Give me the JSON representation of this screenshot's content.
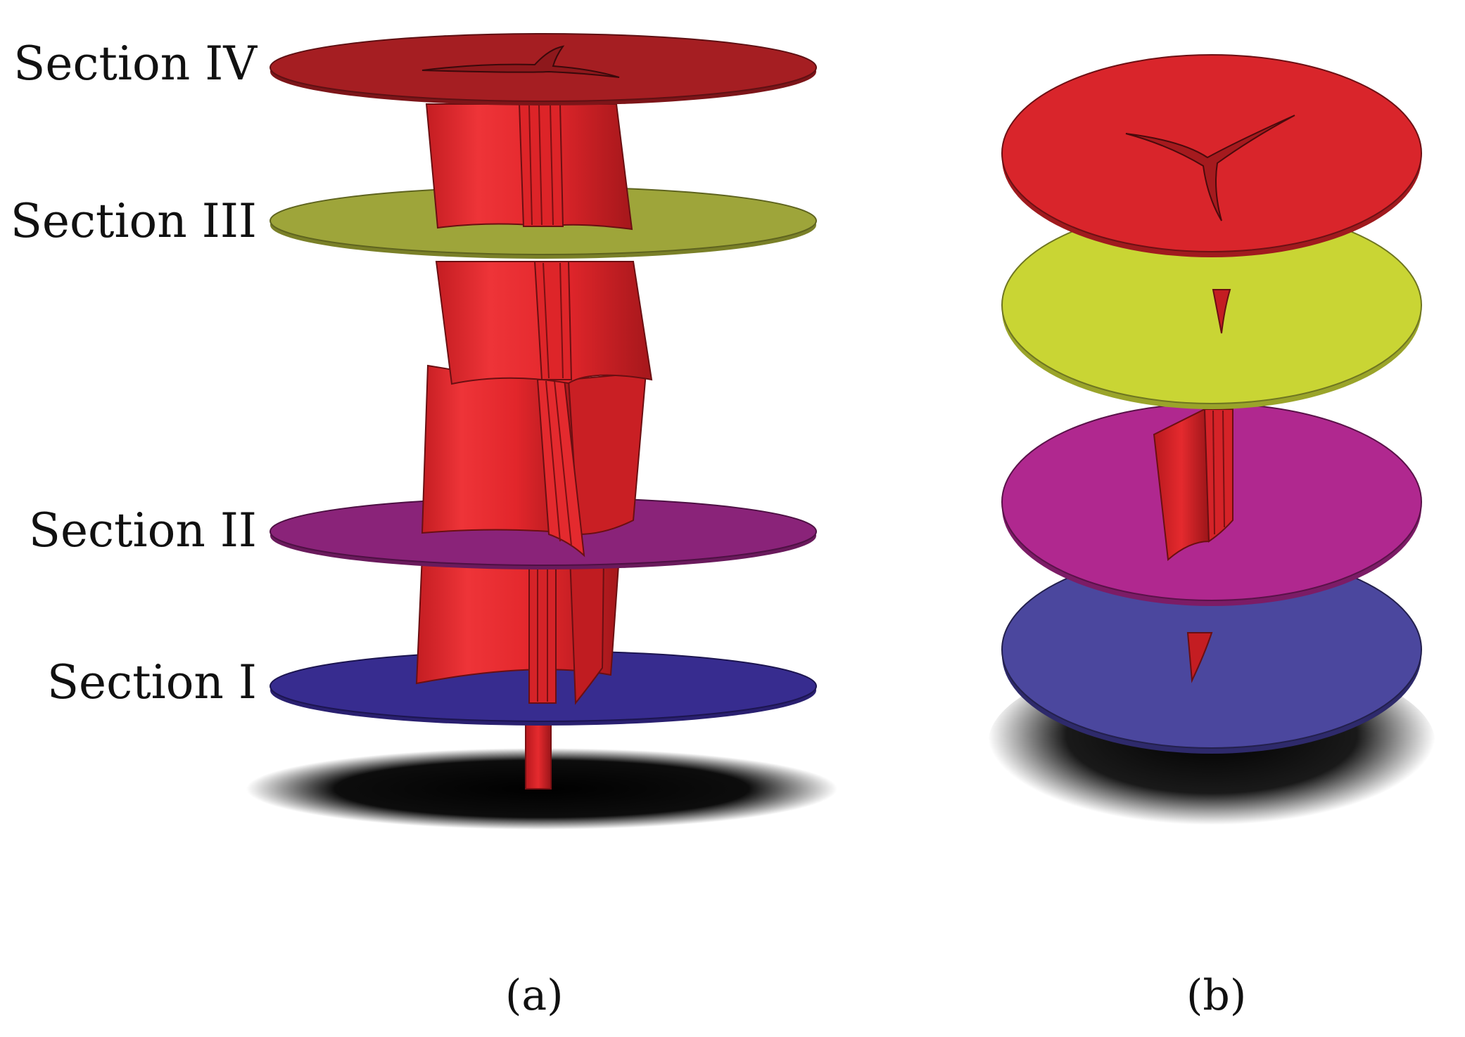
{
  "figure": {
    "panel_a": {
      "caption": "(a)",
      "sections": [
        {
          "label": "Section IV",
          "color": "#a51e22"
        },
        {
          "label": "Section III",
          "color": "#9ea53a"
        },
        {
          "label": "Section II",
          "color": "#8a2379"
        },
        {
          "label": "Section I",
          "color": "#372c8f"
        }
      ],
      "blade_color": "#e8282c"
    },
    "panel_b": {
      "caption": "(b)",
      "disc_colors": [
        "#d9252b",
        "#c9d534",
        "#b0288f",
        "#4b479e"
      ]
    },
    "shadow_color": "#000000"
  }
}
